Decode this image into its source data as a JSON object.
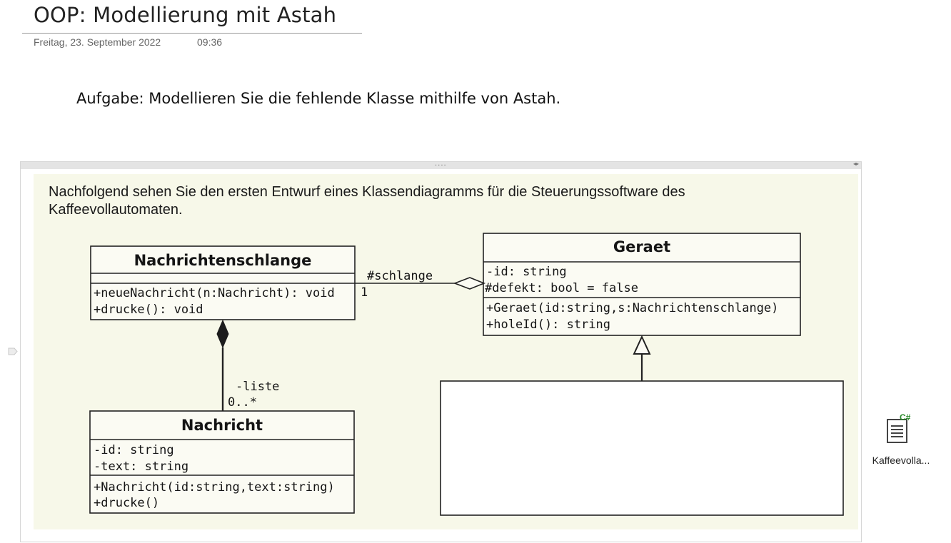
{
  "page": {
    "title": "OOP: Modellierung mit Astah",
    "date": "Freitag, 23. September 2022",
    "time": "09:36",
    "task": "Aufgabe: Modellieren Sie die fehlende Klasse mithilfe von Astah."
  },
  "embedded_image": {
    "grip": "....",
    "arrows": "◂▸",
    "intro_line1": "Nachfolgend sehen Sie den ersten Entwurf eines Klassendiagramms für die Steuerungssoftware des",
    "intro_line2": "Kaffeevollautomaten.",
    "classes": {
      "nachrichtenschlange": {
        "name": "Nachrichtenschlange",
        "attributes": [],
        "methods": [
          "+neueNachricht(n:Nachricht): void",
          "+drucke(): void"
        ]
      },
      "geraet": {
        "name": "Geraet",
        "attributes": [
          "-id: string",
          "#defekt: bool = false"
        ],
        "methods": [
          "+Geraet(id:string,s:Nachrichtenschlange)",
          "+holeId(): string"
        ]
      },
      "nachricht": {
        "name": "Nachricht",
        "attributes": [
          "-id: string",
          "-text: string"
        ],
        "methods": [
          "+Nachricht(id:string,text:string)",
          "+drucke()"
        ]
      }
    },
    "associations": {
      "schlange_role": "#schlange",
      "schlange_multiplicity": "1",
      "liste_role": "-liste",
      "liste_multiplicity": "0..*"
    }
  },
  "attachment": {
    "icon": "csharp-file-icon",
    "badge": "C#",
    "label": "Kaffeevolla..."
  }
}
